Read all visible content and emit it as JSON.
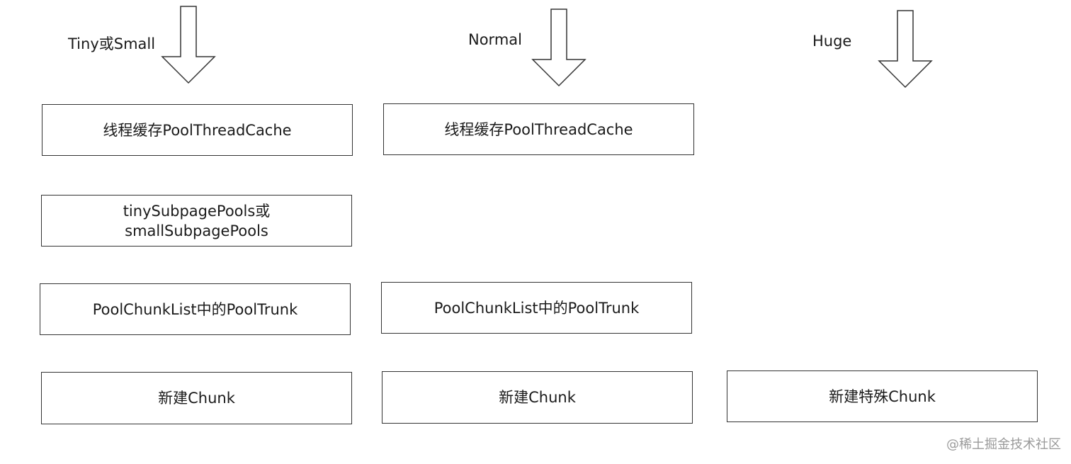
{
  "columns": [
    {
      "id": "tiny-small",
      "label": "Tiny或Small",
      "boxes": {
        "thread_cache": "线程缓存PoolThreadCache",
        "subpage_pools_line1": "tinySubpagePools或",
        "subpage_pools_line2": "smallSubpagePools",
        "chunk_list": "PoolChunkList中的PoolTrunk",
        "new_chunk": "新建Chunk"
      }
    },
    {
      "id": "normal",
      "label": "Normal",
      "boxes": {
        "thread_cache": "线程缓存PoolThreadCache",
        "chunk_list": "PoolChunkList中的PoolTrunk",
        "new_chunk": "新建Chunk"
      }
    },
    {
      "id": "huge",
      "label": "Huge",
      "boxes": {
        "new_chunk": "新建特殊Chunk"
      }
    }
  ],
  "watermark": "@稀土掘金技术社区"
}
